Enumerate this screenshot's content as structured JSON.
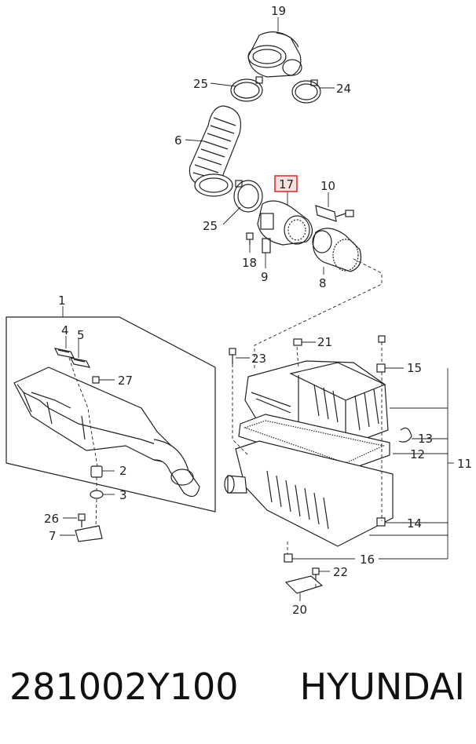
{
  "callouts": {
    "c19": "19",
    "c25a": "25",
    "c24": "24",
    "c6": "6",
    "c17": "17",
    "c10": "10",
    "c25b": "25",
    "c18": "18",
    "c9": "9",
    "c8": "8",
    "c1": "1",
    "c4": "4",
    "c5": "5",
    "c27": "27",
    "c2": "2",
    "c3": "3",
    "c26": "26",
    "c7": "7",
    "c23": "23",
    "c21": "21",
    "c15": "15",
    "c13": "13",
    "c12": "12",
    "c11": "11",
    "c14": "14",
    "c16": "16",
    "c22": "22",
    "c20": "20"
  },
  "highlight": {
    "part": "17",
    "color": "#e03030"
  },
  "caption": {
    "part_number": "281002Y100",
    "brand": "HYUNDAI"
  }
}
